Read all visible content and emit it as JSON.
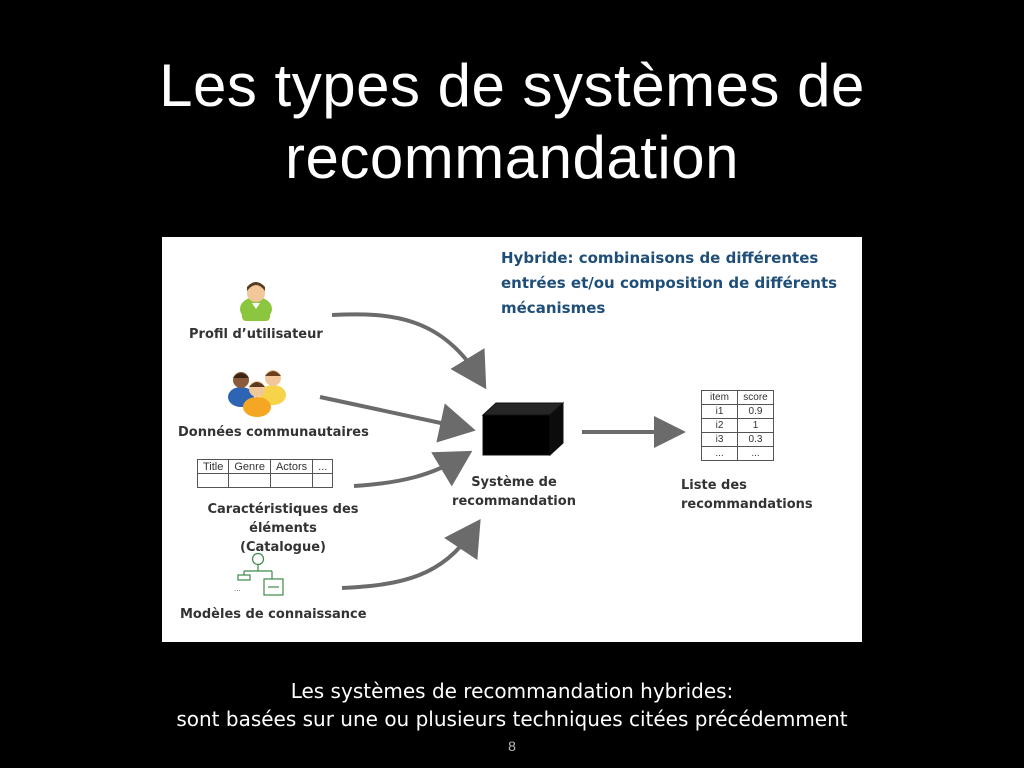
{
  "slide": {
    "title_line1": "Les types de systèmes de",
    "title_line2": "recommandation",
    "caption_line1": "Les systèmes de recommandation hybrides:",
    "caption_line2": "sont basées sur une ou plusieurs techniques citées précédemment",
    "page_number": "8"
  },
  "figure": {
    "heading_lines": [
      "Hybride: combinaisons de différentes",
      "entrées et/ou composition de différents",
      "mécanismes"
    ],
    "inputs": {
      "user_profile": "Profil d’utilisateur",
      "community_data": "Données communautaires",
      "item_features_line1": "Caractéristiques des éléments",
      "item_features_line2": "(Catalogue)",
      "knowledge_models": "Modèles de connaissance"
    },
    "catalogue_columns": [
      "Title",
      "Genre",
      "Actors",
      "..."
    ],
    "system_label_line1": "Système de",
    "system_label_line2": "recommandation",
    "output_label_line1": "Liste des",
    "output_label_line2": "recommandations",
    "score_table": {
      "headers": [
        "item",
        "score"
      ],
      "rows": [
        [
          "i1",
          "0.9"
        ],
        [
          "i2",
          "1"
        ],
        [
          "i3",
          "0.3"
        ],
        [
          "...",
          "..."
        ]
      ]
    },
    "icons": {
      "user": "single-user-icon",
      "community": "group-users-icon",
      "knowledge": "knowledge-tree-icon",
      "system": "black-box-icon"
    },
    "colors": {
      "heading": "#1f4e79",
      "arrow": "#6b6b6b",
      "user_green": "#8cc63f",
      "user_blue": "#2e64b4",
      "user_orange": "#f5a623",
      "user_yellow": "#f7d34a"
    }
  }
}
